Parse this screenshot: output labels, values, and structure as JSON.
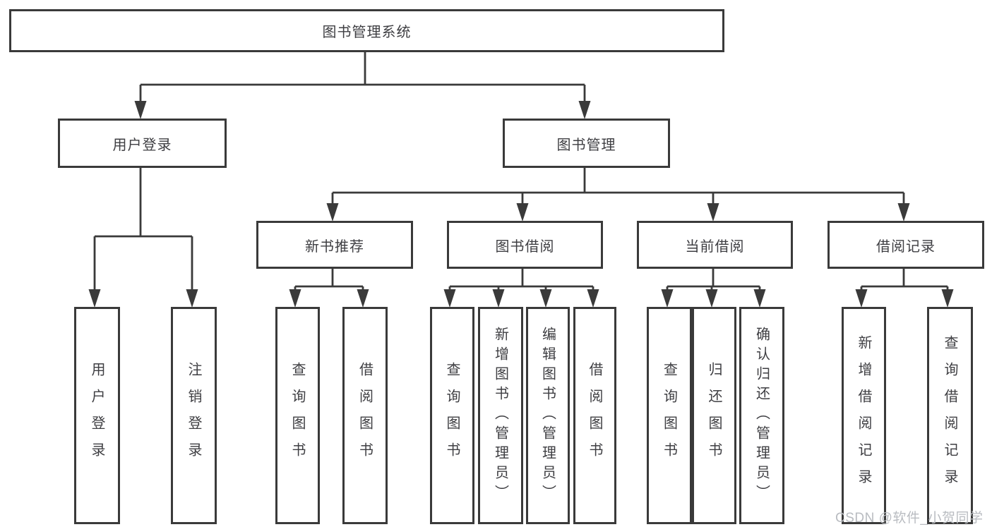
{
  "watermark": {
    "text": "CSDN @软件_小贺同学",
    "color": "#b9bcc1"
  },
  "palette": {
    "line": "#3a3a3a",
    "text": "#3e3e42",
    "box_background": "#ffffff"
  },
  "tree": {
    "label": "图书管理系统",
    "children": [
      {
        "label": "用户登录",
        "children": [
          {
            "label": "用户登录"
          },
          {
            "label": "注销登录"
          }
        ]
      },
      {
        "label": "图书管理",
        "children": [
          {
            "label": "新书推荐",
            "children": [
              {
                "label": "查询图书"
              },
              {
                "label": "借阅图书"
              }
            ]
          },
          {
            "label": "图书借阅",
            "children": [
              {
                "label": "查询图书"
              },
              {
                "label": "新增图书（管理员）"
              },
              {
                "label": "编辑图书（管理员）"
              },
              {
                "label": "借阅图书"
              }
            ]
          },
          {
            "label": "当前借阅",
            "children": [
              {
                "label": "查询图书"
              },
              {
                "label": "归还图书"
              },
              {
                "label": "确认归还（管理员）"
              }
            ]
          },
          {
            "label": "借阅记录",
            "children": [
              {
                "label": "新增借阅记录"
              },
              {
                "label": "查询借阅记录"
              }
            ]
          }
        ]
      }
    ]
  }
}
